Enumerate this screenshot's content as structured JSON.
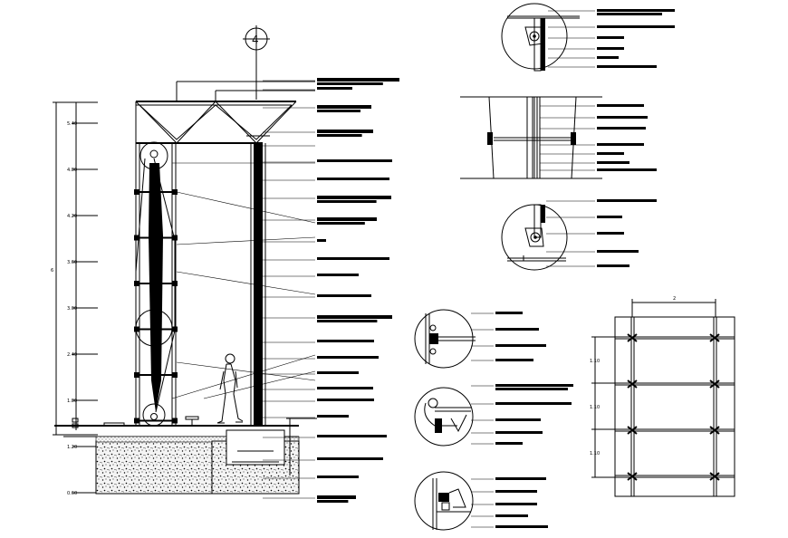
{
  "drawing": {
    "grid_marker_label": "4",
    "height_dimension_label": "6",
    "panel_width_dimension_label": "2",
    "panel_row_dimension_labels": [
      "1.10",
      "1.10",
      "1.10"
    ],
    "vertical_scale_tick_labels": [
      "5.40",
      "4.80",
      "4.20",
      "3.60",
      "3.00",
      "2.40",
      "1.80",
      "1.20",
      "0.60"
    ]
  },
  "colors": {
    "line": "#000000",
    "background": "#ffffff",
    "concrete_fill": "#e8e8e8"
  }
}
